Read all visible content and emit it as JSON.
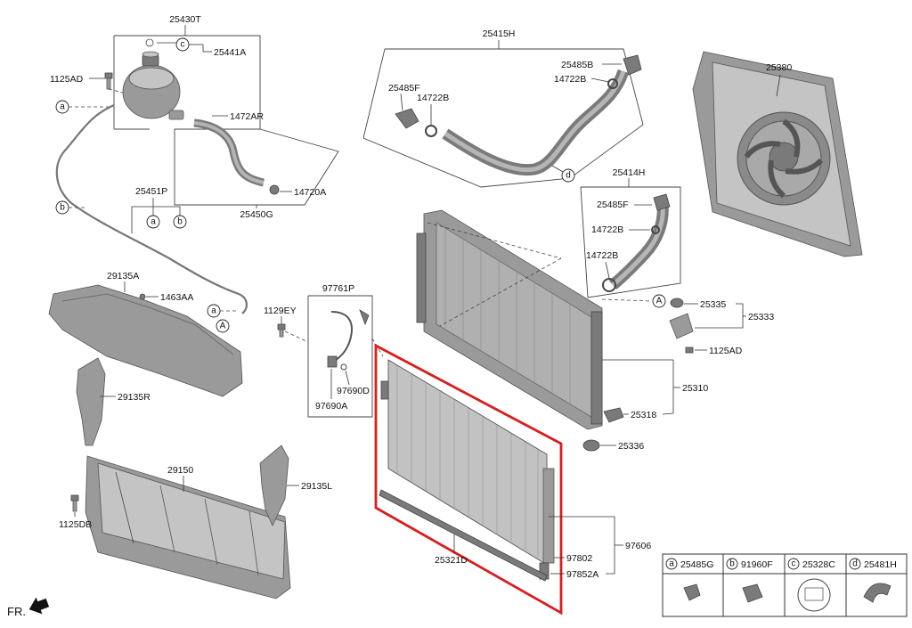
{
  "labels": {
    "p25430T": "25430T",
    "p25441A": "25441A",
    "p1125AD_top": "1125AD",
    "p1472AR": "1472AR",
    "p14720A": "14720A",
    "p25451P": "25451P",
    "p25450G": "25450G",
    "p29135A": "29135A",
    "p1463AA": "1463AA",
    "p29135R": "29135R",
    "p29150": "29150",
    "p29135L": "29135L",
    "p1125DB": "1125DB",
    "p25415H": "25415H",
    "p25485B": "25485B",
    "p14722B_a": "14722B",
    "p25485F_a": "25485F",
    "p14722B_b": "14722B",
    "p25414H": "25414H",
    "p25485F_b": "25485F",
    "p14722B_c": "14722B",
    "p14722B_d": "14722B",
    "p25380": "25380",
    "p97761P": "97761P",
    "p1129EY": "1129EY",
    "p97690D": "97690D",
    "p97690A": "97690A",
    "p25335": "25335",
    "p25333": "25333",
    "p1125AD_right": "1125AD",
    "p25310": "25310",
    "p25318": "25318",
    "p25336": "25336",
    "p25321D": "25321D",
    "p97802": "97802",
    "p97852A": "97852A",
    "p97606": "97606"
  },
  "callouts": {
    "a": "a",
    "b": "b",
    "c": "c",
    "d": "d",
    "A": "A"
  },
  "legend": {
    "a_code": "25485G",
    "b_code": "91960F",
    "c_code": "25328C",
    "d_code": "25481H"
  },
  "front_marker": "FR.",
  "colors": {
    "highlight": "#d81e1e",
    "line": "#333333",
    "part": "#9a9a9a"
  }
}
